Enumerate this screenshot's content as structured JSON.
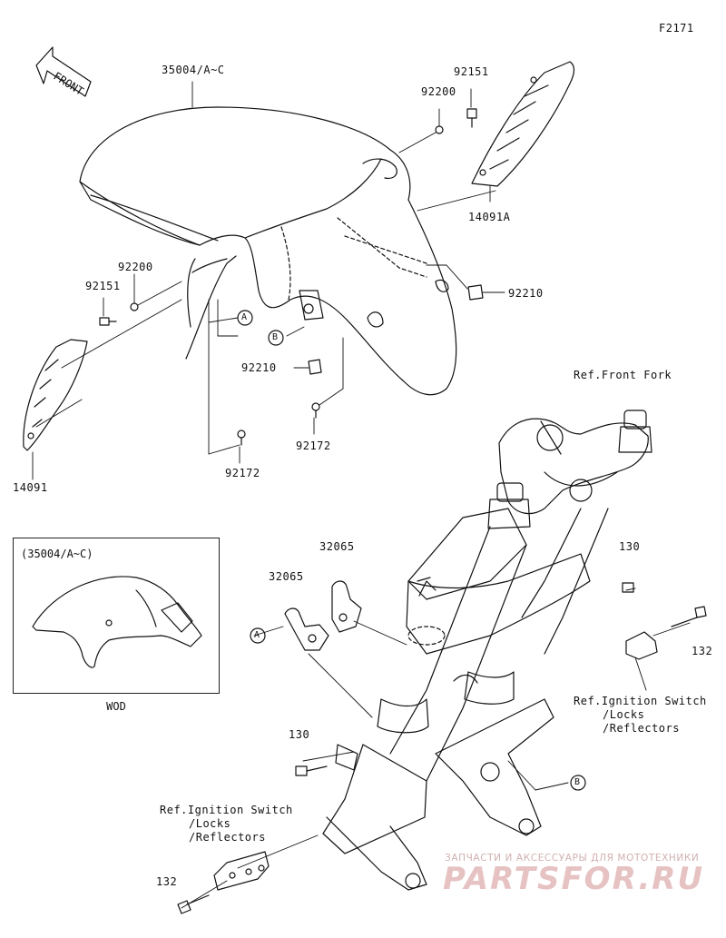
{
  "figure_code": "F2171",
  "front_arrow_text": "FRONT",
  "callouts": {
    "front_fender_set": "35004/A~C",
    "bolt_top": "92151",
    "washer_top": "92200",
    "side_cover_right": "14091A",
    "washer_left": "92200",
    "bolt_left": "92151",
    "nut_right": "92210",
    "nut_center": "92210",
    "ref_circle_a": "A",
    "ref_circle_b": "B",
    "screw_center": "92172",
    "screw_left": "92172",
    "side_cover_left": "14091",
    "ref_front_fork": "Ref.Front Fork",
    "bracket_upper": "32065",
    "bracket_lower": "32065",
    "ref_circle_a2": "A",
    "bolt_130_upper": "130",
    "bolt_132_right": "132",
    "ref_ignition_right": "Ref.Ignition Switch",
    "ref_locks_right": "/Locks",
    "ref_reflectors_right": "/Reflectors",
    "bolt_130_lower": "130",
    "ref_circle_b2": "B",
    "ref_ignition_left": "Ref.Ignition Switch",
    "ref_locks_left": "/Locks",
    "ref_reflectors_left": "/Reflectors",
    "bolt_132_left": "132"
  },
  "inset": {
    "title": "(35004/A~C)",
    "variant": "WOD"
  },
  "watermark": {
    "tagline": "ЗАПЧАСТИ И АКСЕССУАРЫ ДЛЯ МОТОТЕХНИКИ",
    "brand": "PARTSFOR.RU"
  }
}
